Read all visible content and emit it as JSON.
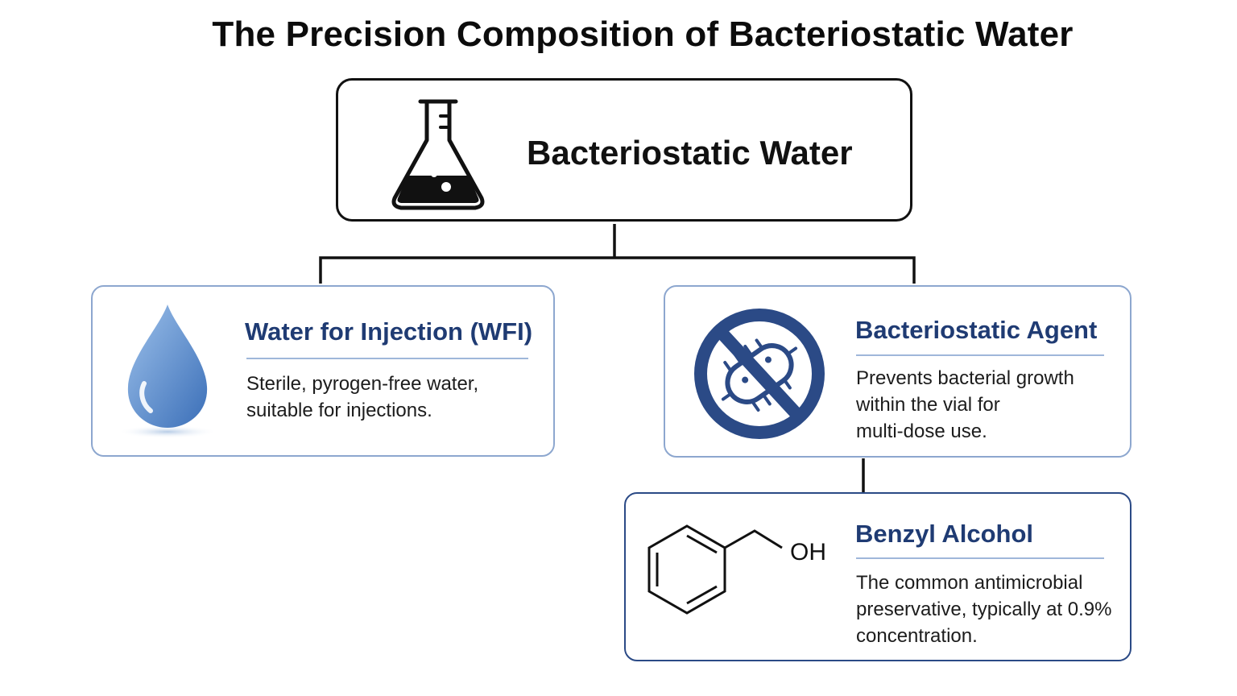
{
  "title": "The Precision Composition of Bacteriostatic Water",
  "root": {
    "label": "Bacteriostatic Water",
    "icon": "flask-icon"
  },
  "wfi": {
    "title": "Water for Injection (WFI)",
    "description": "Sterile, pyrogen-free water,\nsuitable for injections.",
    "icon": "water-drop-icon"
  },
  "agent": {
    "title": "Bacteriostatic Agent",
    "description": "Prevents bacterial growth\nwithin the vial for\nmulti-dose use.",
    "icon": "no-bacteria-icon"
  },
  "benzyl": {
    "title": "Benzyl Alcohol",
    "description": "The common antimicrobial\npreservative, typically at 0.9%\nconcentration.",
    "icon": "benzyl-alcohol-structure-icon",
    "oh_label": "OH"
  },
  "colors": {
    "navy": "#1f3b73",
    "light_border": "#8da7cf",
    "dark_border": "#2b4a86",
    "drop_blue": "#4a7dc4"
  }
}
